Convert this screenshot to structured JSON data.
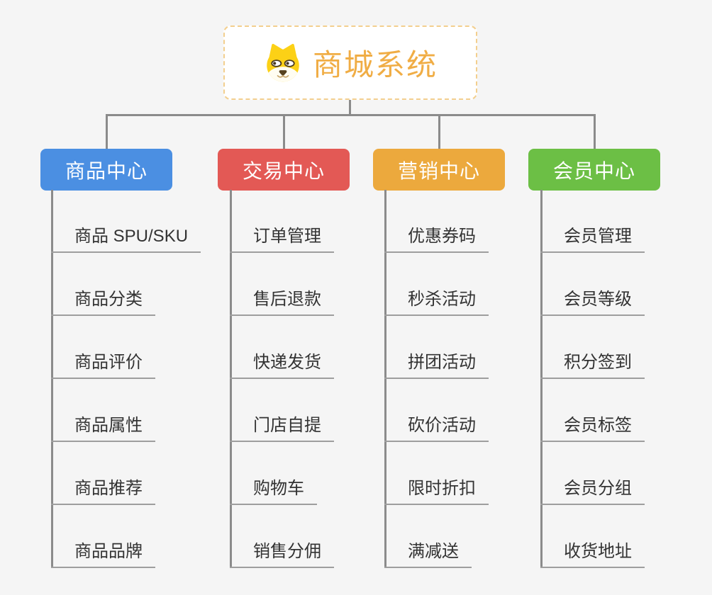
{
  "root": {
    "title": "商城系统",
    "title_color": "#F0AD45",
    "border_color": "#F3CF8E",
    "icon": "dog-icon"
  },
  "style": {
    "background": "#F5F5F5",
    "connector_color": "#8B8B8B",
    "leaf_underline_color": "#9E9E9E",
    "leaf_text_color": "#333333"
  },
  "branches": [
    {
      "label": "商品中心",
      "color": "#4B8FE2",
      "items": [
        "商品 SPU/SKU",
        "商品分类",
        "商品评价",
        "商品属性",
        "商品推荐",
        "商品品牌"
      ]
    },
    {
      "label": "交易中心",
      "color": "#E35955",
      "items": [
        "订单管理",
        "售后退款",
        "快递发货",
        "门店自提",
        "购物车",
        "销售分佣"
      ]
    },
    {
      "label": "营销中心",
      "color": "#ECA93D",
      "items": [
        "优惠券码",
        "秒杀活动",
        "拼团活动",
        "砍价活动",
        "限时折扣",
        "满减送"
      ]
    },
    {
      "label": "会员中心",
      "color": "#6CBF45",
      "items": [
        "会员管理",
        "会员等级",
        "积分签到",
        "会员标签",
        "会员分组",
        "收货地址"
      ]
    }
  ]
}
